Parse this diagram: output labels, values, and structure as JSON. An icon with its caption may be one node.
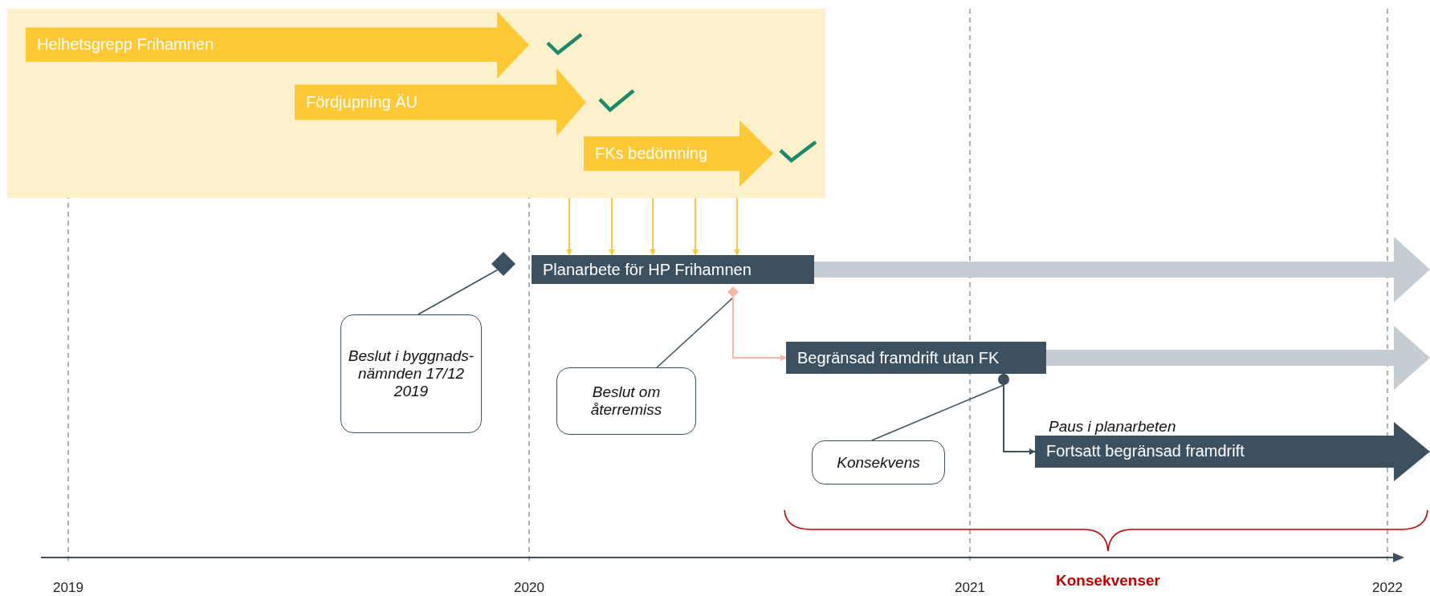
{
  "diagram": {
    "nodes": [
      {
        "text": [],
        "shape": "box"
      },
      {
        "text": [
          "Helhetsgrepp Frihamnen"
        ],
        "in": 0
      },
      {
        "text": [
          "Fördjupning ÄU"
        ],
        "in": 0
      },
      {
        "text": [
          "FKs bedömning"
        ],
        "in": 0
      },
      {
        "text": [],
        "shape": "diamond"
      },
      {
        "text": [
          "Planarbete för HP Frihamnen"
        ]
      },
      {
        "text": [
          "Beslut i byggnads- nämnden 17/12 2019"
        ]
      },
      {
        "text": [
          "Beslut om återremiss"
        ]
      },
      {
        "text": [],
        "shape": "diamond"
      },
      {
        "text": [
          "Begränsad framdrift utan FK"
        ]
      },
      {
        "text": [],
        "shape": "circle"
      },
      {
        "text": [
          "Konsekvens"
        ]
      },
      {
        "text": [
          "Fortsatt begränsad framdrift"
        ],
        "beside": [
          "Paus i planarbeten"
        ]
      }
    ],
    "edges": [
      {
        "from": 0,
        "to": 5,
        "arrow": "to",
        "color": "#ffc935"
      },
      {
        "from": 0,
        "to": 5,
        "arrow": "to",
        "color": "#ffc935"
      },
      {
        "from": 0,
        "to": 5,
        "arrow": "to",
        "color": "#ffc935"
      },
      {
        "from": 0,
        "to": 5,
        "arrow": "to",
        "color": "#ffc935"
      },
      {
        "from": 0,
        "to": 5,
        "arrow": "to",
        "color": "#ffc935"
      },
      {
        "from": 6,
        "to": 4,
        "arrow": "none",
        "color": "#3d5060"
      },
      {
        "from": 7,
        "to": 8,
        "arrow": "none",
        "color": "#3d5060"
      },
      {
        "from": 8,
        "to": 9,
        "arrow": "to",
        "color": "#f7b9a6"
      },
      {
        "from": 11,
        "to": 10,
        "arrow": "none",
        "color": "#3d5060"
      },
      {
        "from": 10,
        "to": 12,
        "arrow": "to",
        "color": "#3d5060"
      },
      {
        "from": 5,
        "to": null,
        "arrow": "to",
        "style": "thick",
        "color": "#c5cdd2"
      },
      {
        "from": 9,
        "to": null,
        "arrow": "to",
        "style": "thick",
        "color": "#c5cdd2"
      }
    ],
    "labels": [
      "2019",
      "2020",
      "2021",
      "2022",
      "Konsekvenser"
    ]
  }
}
